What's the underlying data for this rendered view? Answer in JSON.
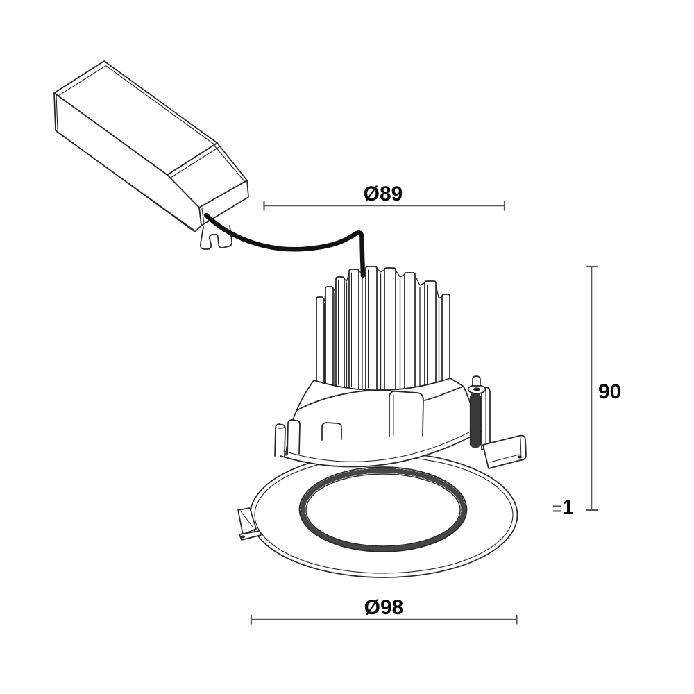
{
  "drawing": {
    "background": "#ffffff",
    "stroke_color": "#262626",
    "accent_stroke_color": "#4a4a4a",
    "cable_color": "#131313",
    "spring_color": "#3a3a3a",
    "dimension": {
      "line_color": "#585858",
      "label_color": "#0a0a0a"
    },
    "dimensions": {
      "cutout": {
        "label": "Ø89"
      },
      "height": {
        "label": "90"
      },
      "recess_gap": {
        "label": "1"
      },
      "outer": {
        "label": "Ø98"
      }
    }
  }
}
